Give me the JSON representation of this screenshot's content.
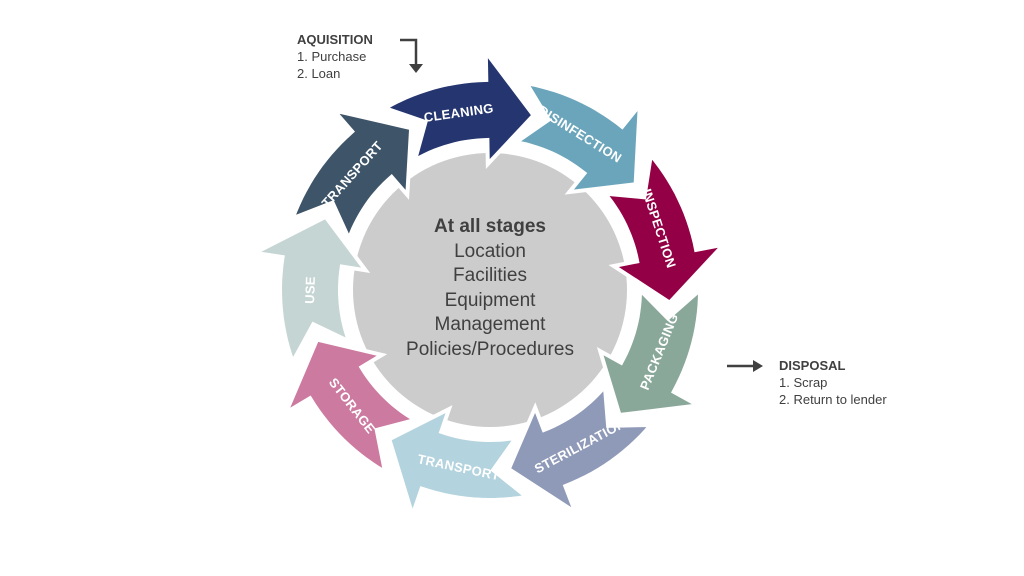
{
  "acquisition": {
    "title": "AQUISITION",
    "items": [
      "1. Purchase",
      "2. Loan"
    ]
  },
  "disposal": {
    "title": "DISPOSAL",
    "items": [
      "1. Scrap",
      "2. Return to lender"
    ]
  },
  "center": {
    "heading": "At all stages",
    "items": [
      "Location",
      "Facilities",
      "Equipment",
      "Management",
      "Policies/Procedures"
    ]
  },
  "stages": [
    {
      "label": "CLEANING",
      "color": "#253570"
    },
    {
      "label": "DISINFECTION",
      "color": "#6aa5bb"
    },
    {
      "label": "INSPECTION",
      "color": "#930045"
    },
    {
      "label": "PACKAGING",
      "color": "#8aa89a"
    },
    {
      "label": "STERILIZATION",
      "color": "#8f9ab8"
    },
    {
      "label": "TRANSPORT",
      "color": "#b3d3de"
    },
    {
      "label": "STORAGE",
      "color": "#cc7aa0"
    },
    {
      "label": "USE",
      "color": "#c5d5d3"
    },
    {
      "label": "TRANSPORT",
      "color": "#3e5468"
    }
  ],
  "center_color": "#cccccc",
  "text_color": "#404040"
}
